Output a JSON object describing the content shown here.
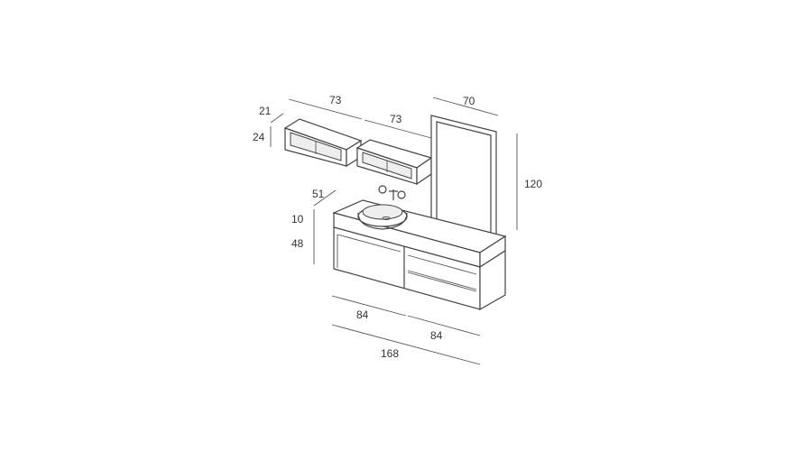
{
  "dimensions": {
    "shelf_depth": "21",
    "shelf_height": "24",
    "shelf1_width": "73",
    "shelf2_width": "73",
    "mirror_width": "70",
    "mirror_height": "120",
    "cabinet_depth": "51",
    "top_thickness": "10",
    "cabinet_height": "48",
    "left_module_width": "84",
    "right_module_width": "84",
    "total_width": "168"
  }
}
